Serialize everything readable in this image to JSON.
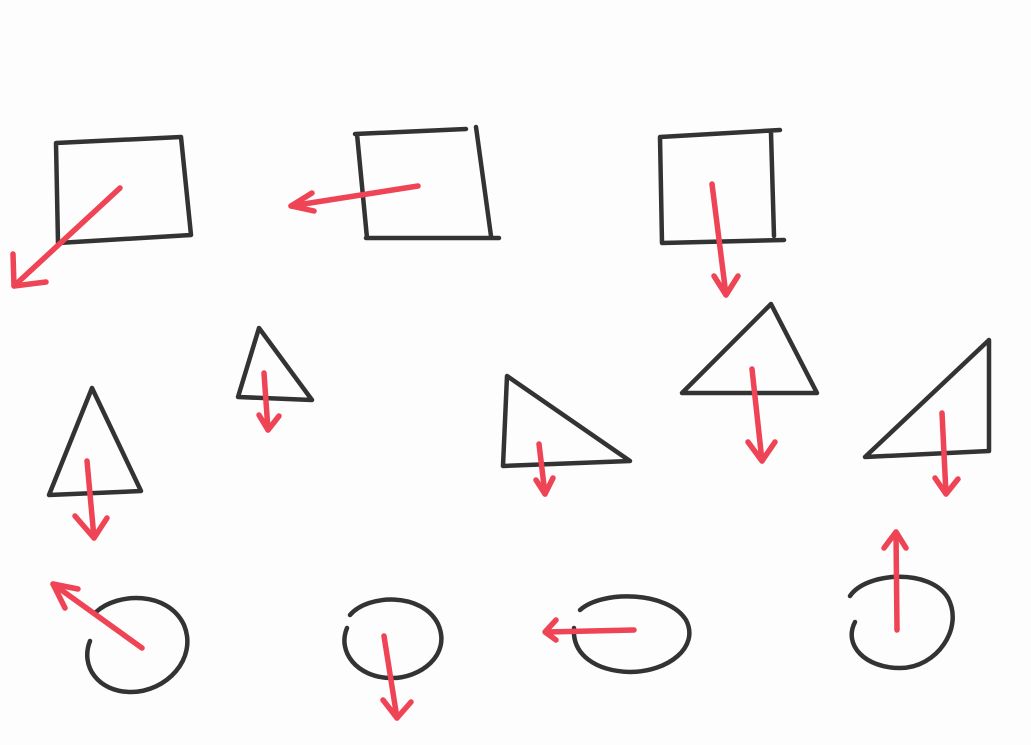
{
  "colors": {
    "shape_stroke": "#333333",
    "arrow_stroke": "#ee4455",
    "paper": "#fdfdfd"
  },
  "shapes": [
    {
      "name": "square-1",
      "kind": "square"
    },
    {
      "name": "square-2",
      "kind": "square"
    },
    {
      "name": "square-3",
      "kind": "square"
    },
    {
      "name": "triangle-1",
      "kind": "triangle"
    },
    {
      "name": "triangle-2",
      "kind": "triangle"
    },
    {
      "name": "triangle-3",
      "kind": "triangle"
    },
    {
      "name": "triangle-4",
      "kind": "triangle"
    },
    {
      "name": "triangle-5",
      "kind": "triangle"
    },
    {
      "name": "circle-1",
      "kind": "circle"
    },
    {
      "name": "circle-2",
      "kind": "circle"
    },
    {
      "name": "circle-3",
      "kind": "circle"
    },
    {
      "name": "circle-4",
      "kind": "circle"
    }
  ]
}
